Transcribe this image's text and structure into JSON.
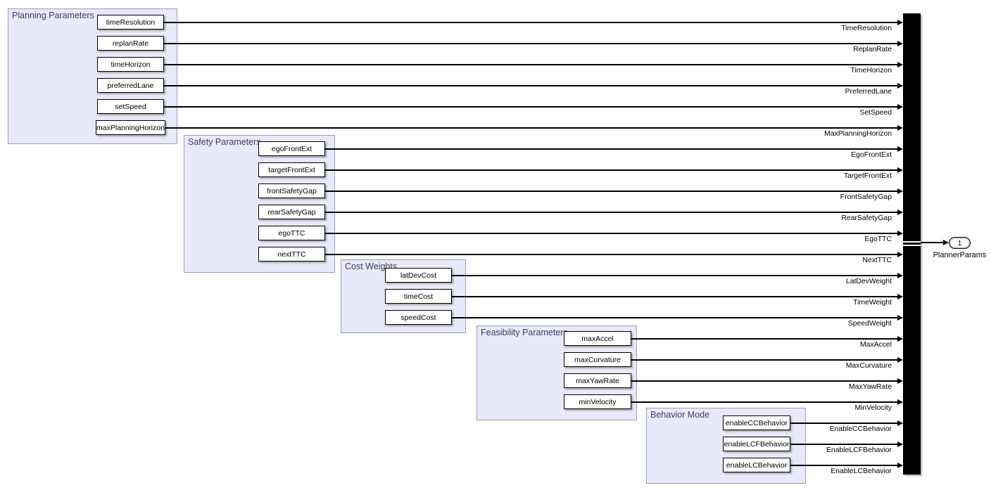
{
  "diagram": {
    "type": "simulink-bus-creator-diagram",
    "groups": [
      {
        "title": "Planning Parameters",
        "blocks": [
          "timeResolution",
          "replanRate",
          "timeHorizon",
          "preferredLane",
          "setSpeed",
          "maxPlanningHorizon"
        ]
      },
      {
        "title": "Safety Parameters",
        "blocks": [
          "egoFrontExt",
          "targetFrontExt",
          "frontSafetyGap",
          "rearSafetyGap",
          "egoTTC",
          "nextTTC"
        ]
      },
      {
        "title": "Cost Weights",
        "blocks": [
          "latDevCost",
          "timeCost",
          "speedCost"
        ]
      },
      {
        "title": "Feasibility Parameters",
        "blocks": [
          "maxAccel",
          "maxCurvature",
          "maxYawRate",
          "minVelocity"
        ]
      },
      {
        "title": "Behavior Mode",
        "blocks": [
          "enableCCBehavior",
          "enableLCFBehavior",
          "enableLCBehavior"
        ]
      }
    ],
    "signal_labels": [
      "TimeResolution",
      "ReplanRate",
      "TimeHorizon",
      "PreferredLane",
      "SetSpeed",
      "MaxPlanningHorizon",
      "EgoFrontExt",
      "TargetFrontExt",
      "FrontSafetyGap",
      "RearSafetyGap",
      "EgoTTC",
      "NextTTC",
      "LatDevWeight",
      "TimeWeight",
      "SpeedWeight",
      "MaxAccel",
      "MaxCurvature",
      "MaxYawRate",
      "MinVelocity",
      "EnableCCBehavior",
      "EnableLCFBehavior",
      "EnableLCBehavior"
    ],
    "bus_creator": {
      "name": "bus-creator",
      "color": "#000000"
    },
    "output": {
      "port_number": "1",
      "label": "PlannerParams"
    },
    "colors": {
      "group_fill": "#e8e9fa",
      "group_border": "#9c9cba",
      "group_title_text": "#3e3e5a",
      "block_fill": "#ffffff",
      "block_border": "#000000",
      "line": "#000000",
      "bus_fill": "#000000",
      "background": "#ffffff"
    }
  }
}
